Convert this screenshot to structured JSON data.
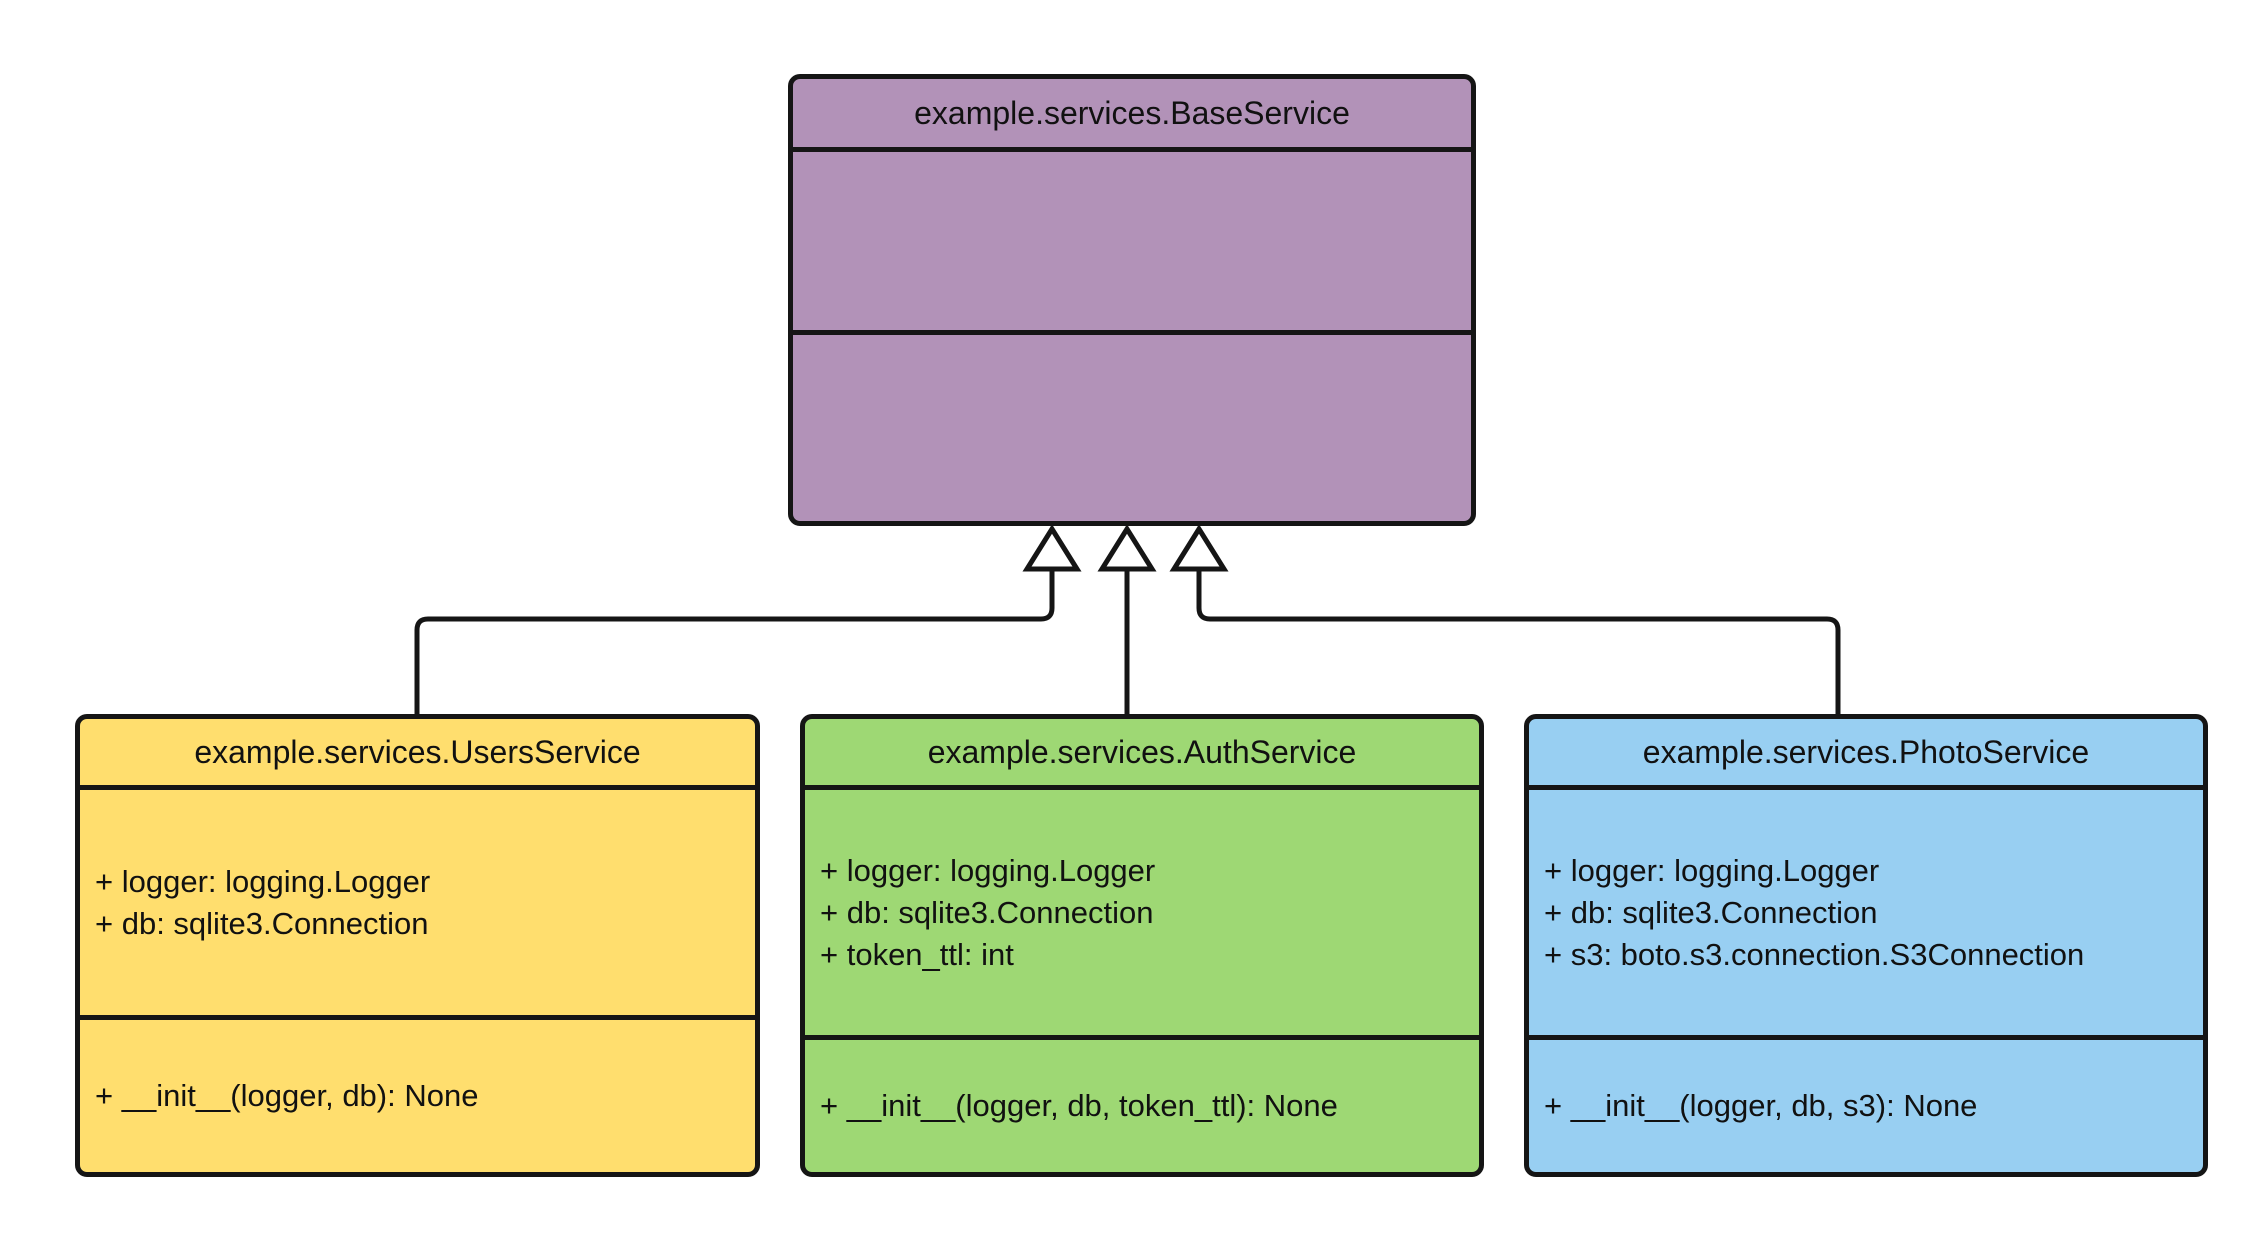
{
  "diagram": {
    "type": "uml_class_diagram",
    "background": "#ffffff",
    "stroke_color": "#151515",
    "classes": [
      {
        "name": "BaseService",
        "title": "example.services.BaseService",
        "fill": "#b292b8",
        "attributes": [],
        "methods": []
      },
      {
        "name": "UsersService",
        "title": "example.services.UsersService",
        "fill": "#ffde6e",
        "attributes": [
          "+ logger: logging.Logger",
          "+ db: sqlite3.Connection"
        ],
        "methods": [
          "+ __init__(logger, db): None"
        ]
      },
      {
        "name": "AuthService",
        "title": "example.services.AuthService",
        "fill": "#9ed874",
        "attributes": [
          "+ logger: logging.Logger",
          "+ db: sqlite3.Connection",
          "+ token_ttl: int"
        ],
        "methods": [
          "+ __init__(logger, db, token_ttl): None"
        ]
      },
      {
        "name": "PhotoService",
        "title": "example.services.PhotoService",
        "fill": "#98cff2",
        "attributes": [
          "+ logger: logging.Logger",
          "+ db: sqlite3.Connection",
          "+ s3: boto.s3.connection.S3Connection"
        ],
        "methods": [
          "+ __init__(logger, db, s3): None"
        ]
      }
    ],
    "relations": [
      {
        "type": "inheritance",
        "from": "UsersService",
        "to": "BaseService"
      },
      {
        "type": "inheritance",
        "from": "AuthService",
        "to": "BaseService"
      },
      {
        "type": "inheritance",
        "from": "PhotoService",
        "to": "BaseService"
      }
    ]
  }
}
